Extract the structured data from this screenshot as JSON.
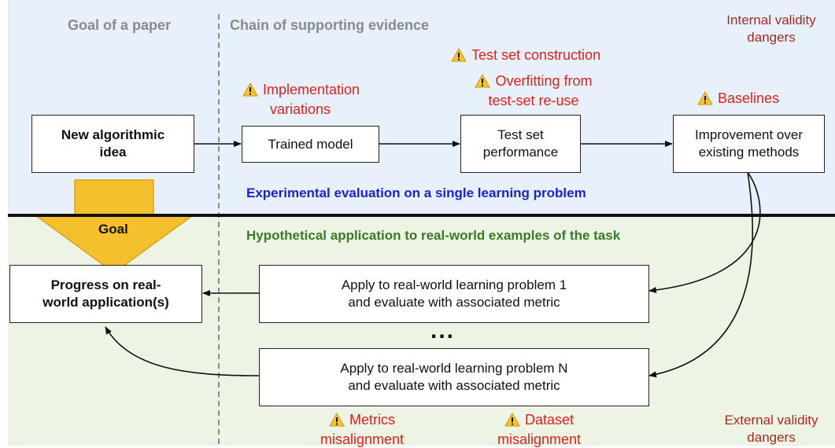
{
  "headers": {
    "goal": "Goal of a paper",
    "chain": "Chain of supporting evidence",
    "internal": [
      "Internal validity",
      "dangers"
    ],
    "external": [
      "External validity",
      "dangers"
    ]
  },
  "dangers": {
    "implementation": [
      "Implementation",
      "variations"
    ],
    "test_set": "Test set construction",
    "overfitting": [
      "Overfitting from",
      "test-set re-use"
    ],
    "baselines": "Baselines",
    "metrics": [
      "Metrics",
      "misalignment"
    ],
    "dataset": [
      "Dataset",
      "misalignment"
    ]
  },
  "boxes": {
    "idea": [
      "New algorithmic",
      "idea"
    ],
    "trained": "Trained model",
    "perf": [
      "Test set",
      "performance"
    ],
    "improvement": [
      "Improvement over",
      "existing methods"
    ],
    "progress": [
      "Progress on real-",
      "world application(s)"
    ],
    "apply1": [
      "Apply to real-world learning problem 1",
      "and evaluate with associated metric"
    ],
    "applyN": [
      "Apply to real-world learning problem N",
      "and evaluate with associated metric"
    ]
  },
  "sections": {
    "experimental": "Experimental evaluation on a single learning problem",
    "hypothetical": "Hypothetical application to real-world examples of the task"
  },
  "goal_arrow_label": "Goal",
  "ellipsis": "...",
  "colors": {
    "danger_red": "#e0201b",
    "validity_darkred": "#a82a1f",
    "section_blue": "#1a22d8",
    "section_green": "#3a7a25",
    "goal_arrow": "#f5c02e",
    "warning_yellow": "#f6c431"
  }
}
